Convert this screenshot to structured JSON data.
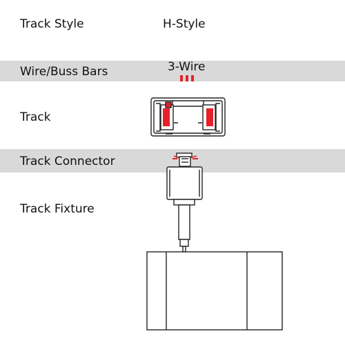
{
  "rows": [
    {
      "label": "Track Style",
      "value": "H-Style"
    },
    {
      "label": "Wire/Buss Bars",
      "value": "3-Wire"
    },
    {
      "label": "Track"
    },
    {
      "label": "Track Connector"
    },
    {
      "label": "Track Fixture"
    }
  ],
  "colors": {
    "band": "#d9d9d9",
    "accent_red": "#e8202a",
    "outline": "#222222"
  },
  "icons": {
    "wire_bars": "three-red-bars-icon",
    "track": "h-track-profile-icon",
    "connector": "track-connector-icon",
    "fixture": "track-fixture-icon"
  }
}
